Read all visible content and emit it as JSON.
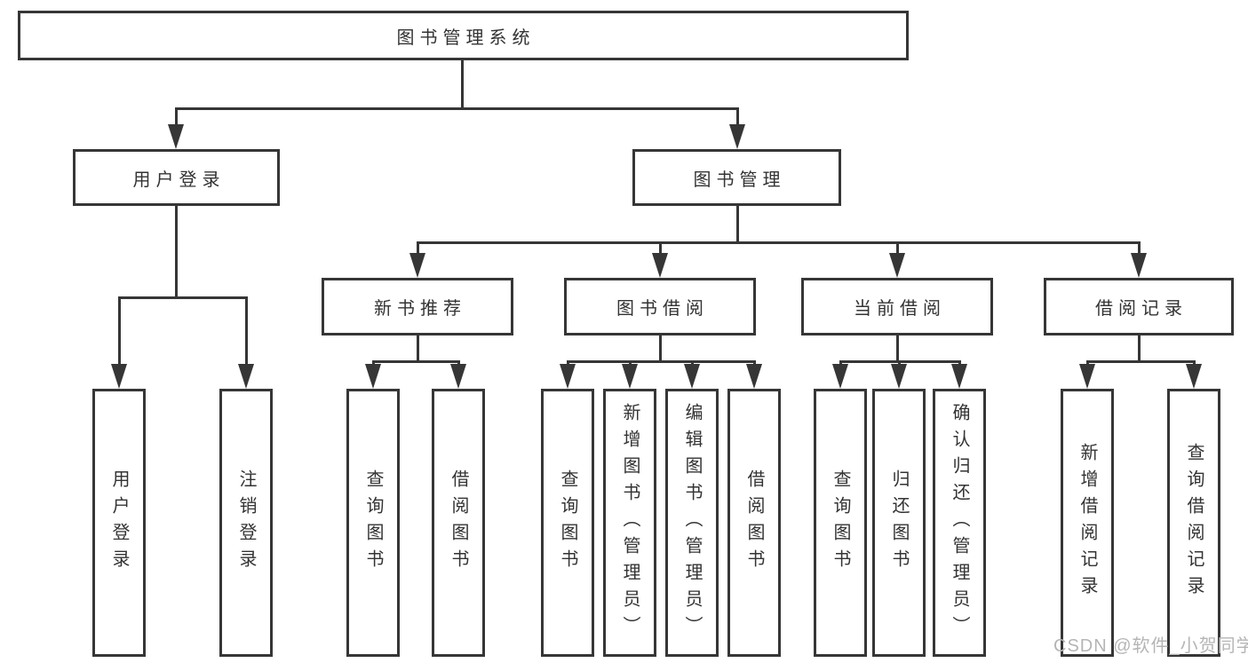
{
  "diagram": {
    "root": "图书管理系统",
    "level2": [
      {
        "label": "用户登录"
      },
      {
        "label": "图书管理"
      }
    ],
    "login_children": [
      "用户登录",
      "注销登录"
    ],
    "modules": [
      {
        "label": "新书推荐",
        "children": [
          "查询图书",
          "借阅图书"
        ]
      },
      {
        "label": "图书借阅",
        "children": [
          "查询图书",
          "新增图书（管理员）",
          "编辑图书（管理员）",
          "借阅图书"
        ]
      },
      {
        "label": "当前借阅",
        "children": [
          "查询图书",
          "归还图书",
          "确认归还（管理员）"
        ]
      },
      {
        "label": "借阅记录",
        "children": [
          "新增借阅记录",
          "查询借阅记录"
        ]
      }
    ],
    "colors": {
      "line": "#363636",
      "text": "#333333",
      "background": "#ffffff",
      "watermark": "#b5b5b5"
    }
  },
  "watermark": {
    "text": "CSDN @软件_小贺同学"
  }
}
